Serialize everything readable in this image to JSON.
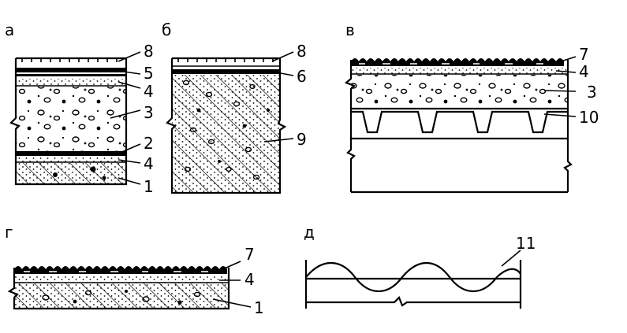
{
  "panels": {
    "a": {
      "letter": "а",
      "labels": [
        "8",
        "5",
        "4",
        "3",
        "2",
        "4",
        "1"
      ]
    },
    "b": {
      "letter": "б",
      "labels": [
        "8",
        "6",
        "9"
      ]
    },
    "v": {
      "letter": "в",
      "labels": [
        "7",
        "4",
        "3",
        "10"
      ]
    },
    "g": {
      "letter": "г",
      "labels": [
        "7",
        "4",
        "1"
      ]
    },
    "d": {
      "letter": "д",
      "labels": [
        "11"
      ]
    }
  },
  "colors": {
    "ink": "#000000",
    "paper": "#ffffff"
  }
}
